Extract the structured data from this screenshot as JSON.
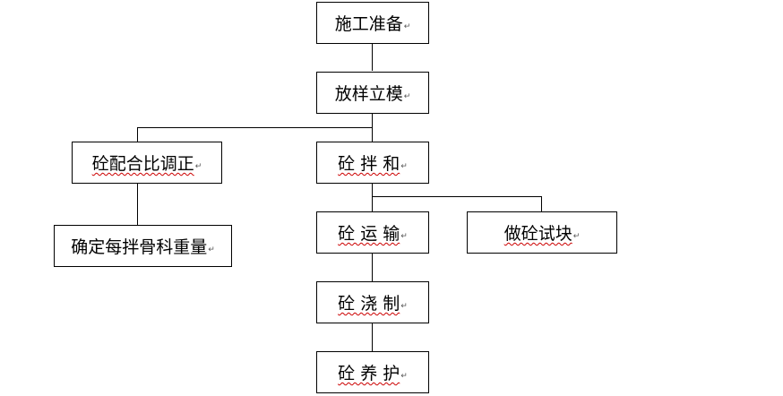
{
  "flowchart": {
    "return_mark": "↵",
    "nodes": {
      "construction_prep": "施工准备",
      "layout_formwork": "放样立模",
      "mix_adjust": "砼配合比调正",
      "determine_weight": "确定每拌骨科重量",
      "mixing": "砼 拌 和",
      "transport": "砼 运 输",
      "test_block": "做砼试块",
      "pouring": "砼 浇 制",
      "curing": "砼 养 护"
    }
  }
}
